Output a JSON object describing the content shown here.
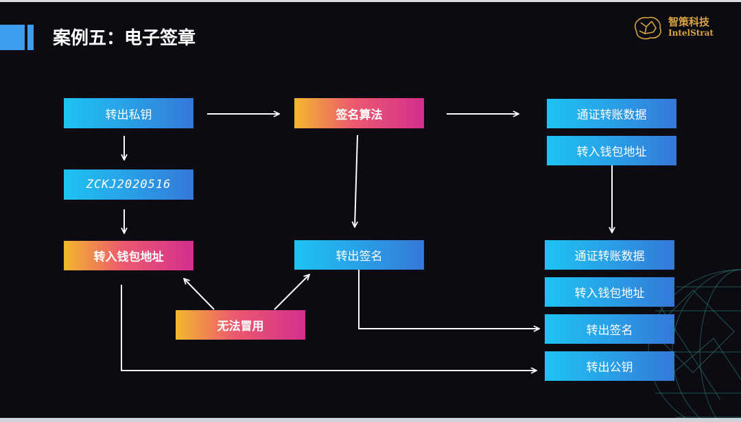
{
  "slide": {
    "title": "案例五：电子签章",
    "logo": {
      "name_cn": "智策科技",
      "name_en": "IntelStrat"
    }
  },
  "diagram": {
    "nodes": {
      "out_private_key": "转出私钥",
      "key_value": "ZCKJ2020516",
      "in_wallet_left": "转入钱包地址",
      "sign_algorithm": "签名算法",
      "out_signature_mid": "转出签名",
      "cannot_forge": "无法冒用",
      "transfer_data_top": "通证转账数据",
      "in_wallet_top": "转入钱包地址",
      "transfer_data_bottom": "通证转账数据",
      "in_wallet_bottom": "转入钱包地址",
      "out_signature_right": "转出签名",
      "out_public_key": "转出公钥"
    },
    "colors": {
      "box_blue": "#1ec3f3",
      "box_gradient_start": "#f2b82d",
      "box_gradient_end": "#d42e8e",
      "arrow": "#ffffff",
      "background": "#0d0b12",
      "accent": "#3d9df0",
      "logo": "#d9a441"
    }
  }
}
